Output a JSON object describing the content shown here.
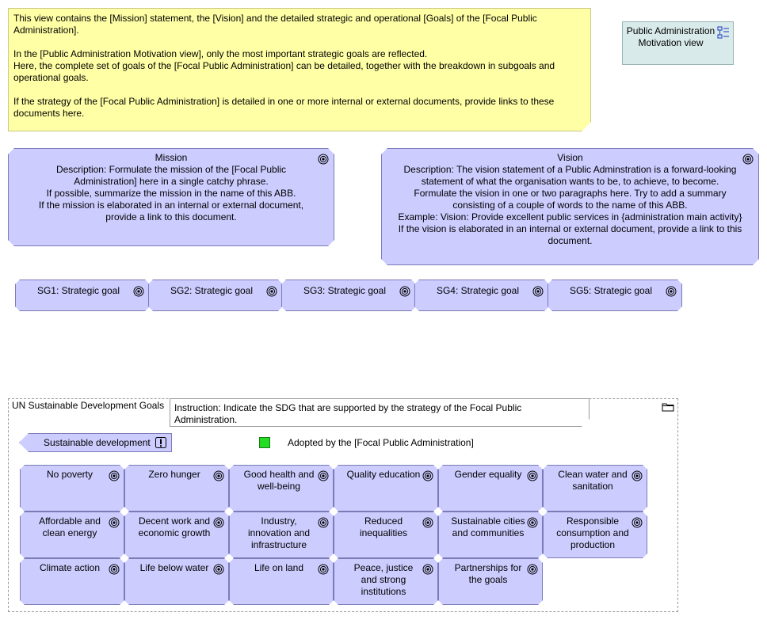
{
  "note": {
    "paragraphs": [
      "This view contains the [Mission] statement, the [Vision] and the detailed strategic and operational [Goals] of the [Focal Public Administration].",
      "In the [Public Administration Motivation view], only the most important strategic goals are reflected.\nHere, the complete set of goals of the [Focal Public Administration] can be detailed, together with the breakdown in subgoals and operational goals.",
      "If the strategy of the  [Focal Public Administration] is detailed in one or more internal or external documents, provide links to these documents here."
    ]
  },
  "view_ref": {
    "label": "Public Administration Motivation view",
    "icon": "view-reference-icon"
  },
  "mission": {
    "title": "Mission",
    "description": "Description: Formulate the mission of the [Focal Public Administration] here in a single catchy phrase.\nIf possible, summarize the mission in the name of this ABB.\nIf the mission is elaborated in an internal or external document, provide a link to this document."
  },
  "vision": {
    "title": "Vision",
    "description": "Description: The vision statement of a Public Adminstration is a forward-looking statement of what the organisation wants to be, to achieve, to become.\nFormulate the vision in one or two paragraphs here. Try to add a summary consisting of a couple of words to the name of this ABB.\nExample: Vision: Provide excellent public services in {administration main activity}\nIf the vision is elaborated in an internal or external document, provide a link to this document."
  },
  "strategic_goals": [
    "SG1: Strategic goal",
    "SG2: Strategic goal",
    "SG3: Strategic goal",
    "SG4: Strategic goal",
    "SG5: Strategic goal"
  ],
  "sdg_group": {
    "label": "UN Sustainable Development Goals",
    "instruction": "Instruction: Indicate the SDG that are supported by the strategy of the Focal Public Administration.\nConnect them with the appropriate Strategic Goals where possible.",
    "driver": "Sustainable development",
    "legend": {
      "label": "Adopted by the [Focal Public Administration]",
      "color": "#22dd22"
    },
    "goals": [
      "No poverty",
      "Zero hunger",
      "Good health and well-being",
      "Quality education",
      "Gender equality",
      "Clean water and sanitation",
      "Affordable and clean energy",
      "Decent work and economic growth",
      "Industry, innovation and infrastructure",
      "Reduced inequalities",
      "Sustainable cities and communities",
      "Responsible consumption and production",
      "Climate action",
      "Life below water",
      "Life on land",
      "Peace, justice and strong institutions",
      "Partnerships for the goals"
    ]
  },
  "colors": {
    "goal_fill": "#ccccff",
    "note_fill": "#ffffa5",
    "view_fill": "#d9eaea"
  }
}
